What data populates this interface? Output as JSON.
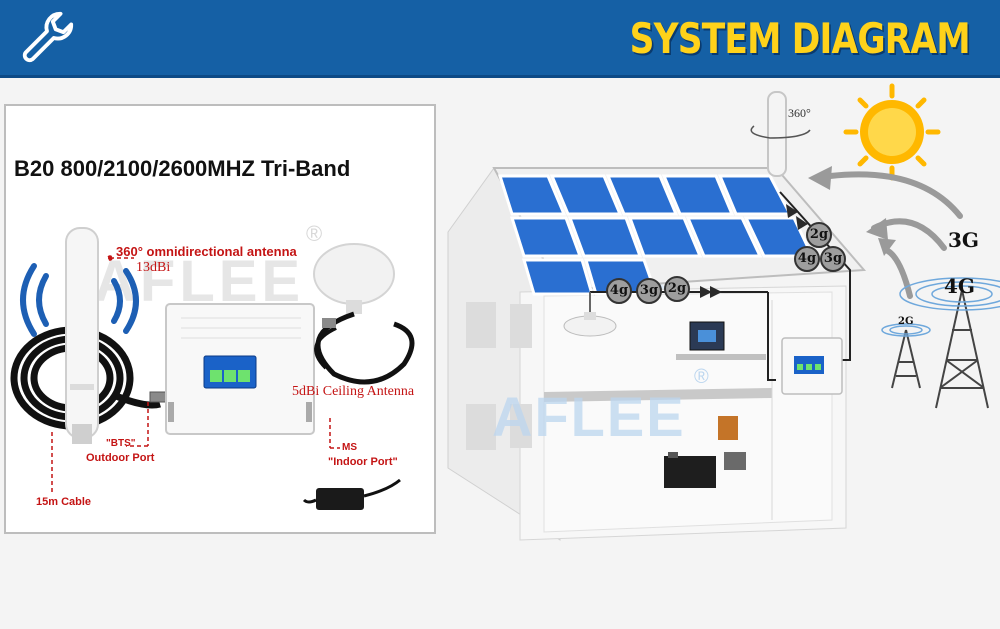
{
  "header": {
    "title": "SYSTEM DIAGRAM",
    "icon": "wrench-icon",
    "bg_color": "#1560a5",
    "title_color": "#ffd21a"
  },
  "product": {
    "title": "B20 800/2100/2600MHZ Tri-Band",
    "watermark": "AFLEE",
    "registered_mark": "®",
    "outdoor_antenna_label": "360° omnidirectional antenna",
    "outdoor_antenna_gain": "13dBi",
    "ceiling_antenna_label": "5dBi Ceiling Antenna",
    "bts_port_label": "\"BTS\"",
    "outdoor_port_label": "Outdoor Port",
    "ms_label": "MS",
    "indoor_port_label": "\"Indoor Port\"",
    "cable_label": "15m Cable"
  },
  "diagram": {
    "rotation_label": "360°",
    "roof_badges": [
      "2g",
      "4g",
      "3g"
    ],
    "ceiling_badges": [
      "4g",
      "3g",
      "2g"
    ],
    "signal_3g": "3G",
    "signal_4g": "4G",
    "signal_2g": "2G",
    "watermark": "AFLEE",
    "registered_mark": "®"
  }
}
